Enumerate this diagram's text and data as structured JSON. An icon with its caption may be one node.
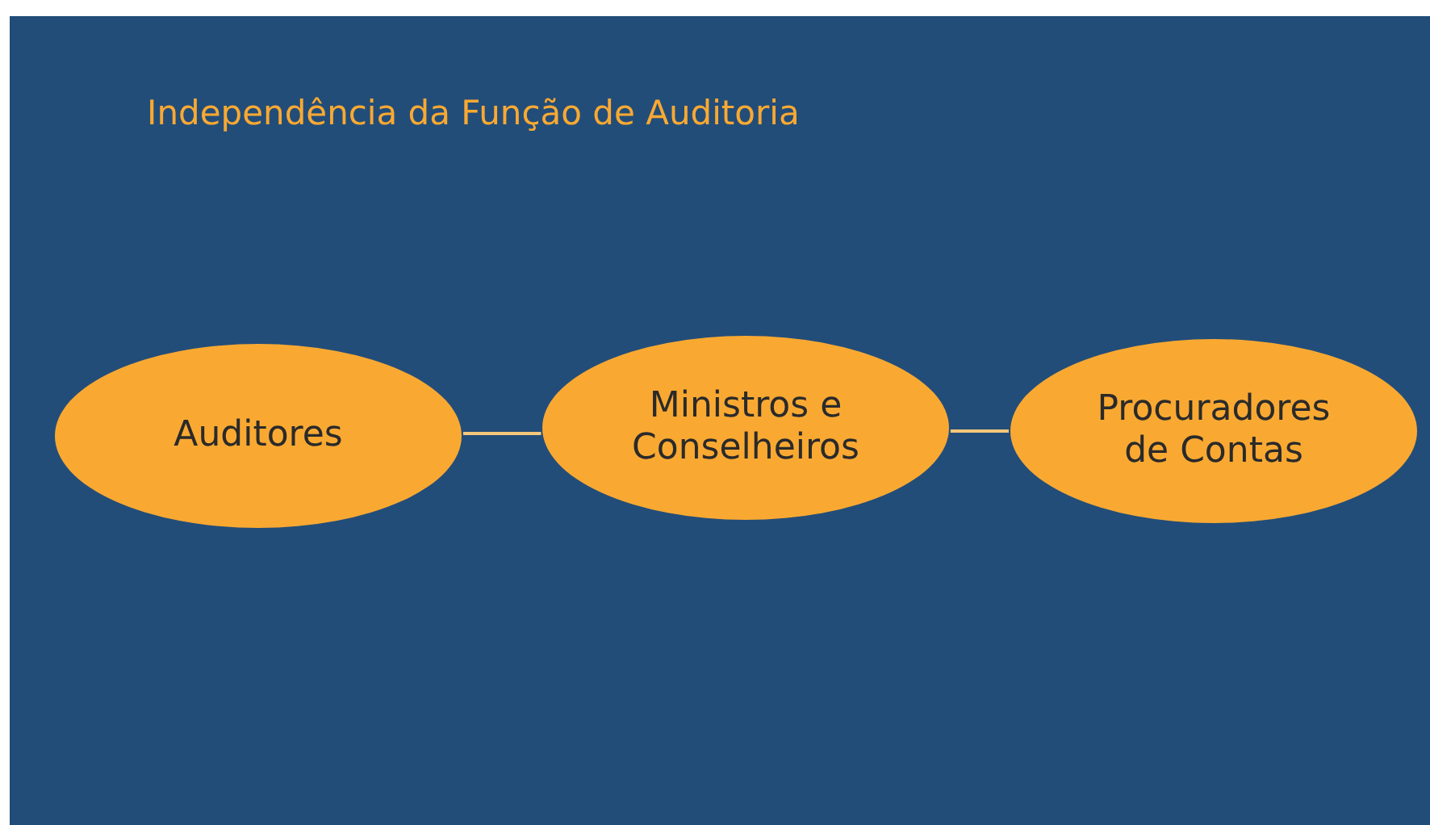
{
  "diagram": {
    "title": "Independência da Função de Auditoria",
    "nodes": [
      {
        "text": [
          "Auditores"
        ]
      },
      {
        "text": [
          "Ministros e Conselheiros"
        ]
      },
      {
        "text": [
          "Procuradores de Contas"
        ]
      }
    ],
    "edges": [
      {
        "from": 0,
        "to": 1,
        "arrow": "none"
      },
      {
        "from": 1,
        "to": 2,
        "arrow": "none"
      }
    ]
  }
}
